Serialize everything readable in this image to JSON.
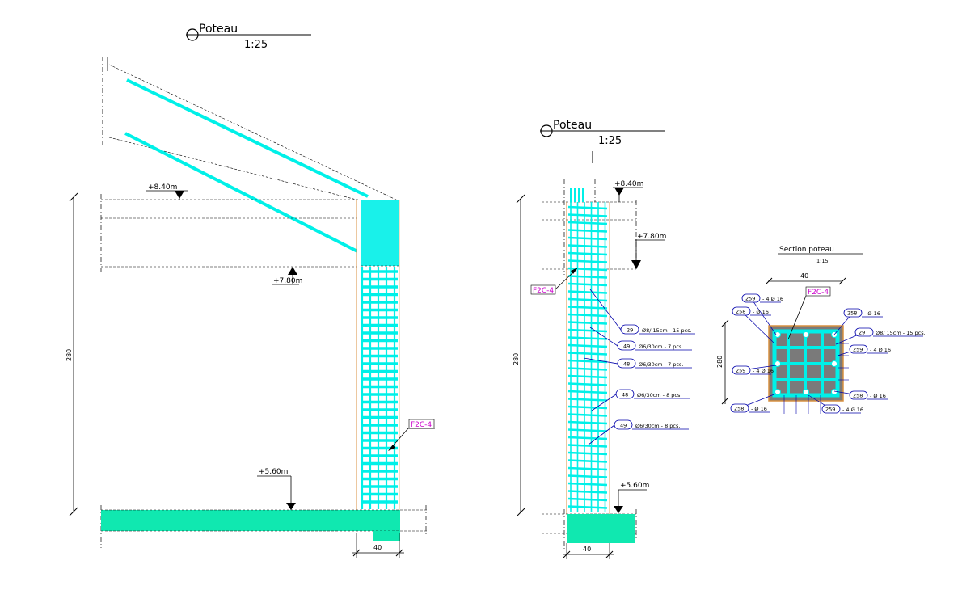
{
  "titles": {
    "left": {
      "name": "Poteau",
      "scale": "1:25"
    },
    "middle": {
      "name": "Poteau",
      "scale": "1:25"
    },
    "section": {
      "name": "Section poteau",
      "scale": "1:15"
    }
  },
  "levels": {
    "top": "+8.40m",
    "mid": "+7.80m",
    "bottom": "+5.60m"
  },
  "dims": {
    "height": "280",
    "width": "40"
  },
  "tag": "F2C-4",
  "bars_middle": [
    {
      "mark": "29",
      "desc": "Ø8/ 15cm - 15 pcs."
    },
    {
      "mark": "49",
      "desc": "Ø6/30cm - 7 pcs."
    },
    {
      "mark": "48",
      "desc": "Ø6/30cm - 7 pcs."
    },
    {
      "mark": "48",
      "desc": "Ø6/30cm - 8 pcs."
    },
    {
      "mark": "49",
      "desc": "Ø6/30cm - 8 pcs."
    }
  ],
  "bars_section": [
    {
      "mark": "259",
      "desc": "- 4 Ø 16"
    },
    {
      "mark": "258",
      "desc": "- Ø 16"
    },
    {
      "mark": "258",
      "desc": "- Ø 16"
    },
    {
      "mark": "29",
      "desc": "Ø8/ 15cm - 15 pcs."
    },
    {
      "mark": "259",
      "desc": "- 4 Ø 16"
    },
    {
      "mark": "259",
      "desc": "- 4 Ø 16"
    },
    {
      "mark": "258",
      "desc": "- Ø 16"
    },
    {
      "mark": "258",
      "desc": "- Ø 16"
    },
    {
      "mark": "259",
      "desc": "- 4 Ø 16"
    }
  ],
  "colors": {
    "rebar": "#00f0e8",
    "concrete": "#10e8b0",
    "leader": "#0000aa",
    "tag": "#cc00cc",
    "section_fill": "#7a7a7a",
    "section_edge": "#d89040"
  }
}
